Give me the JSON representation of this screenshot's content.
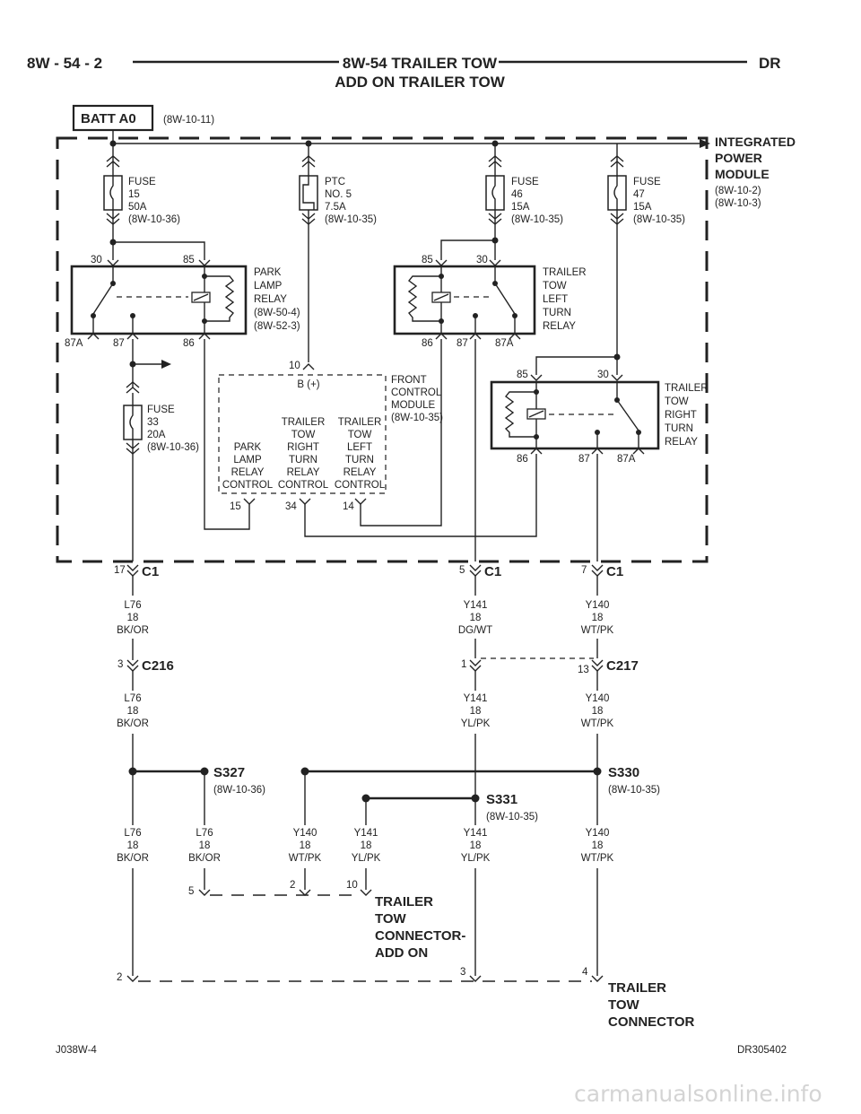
{
  "header": {
    "page_number": "8W - 54 - 2",
    "title_line1": "8W-54 TRAILER TOW",
    "title_line2": "ADD ON TRAILER TOW",
    "section": "DR"
  },
  "batt": {
    "label": "BATT A0",
    "ref": "(8W-10-11)"
  },
  "ipm": {
    "l1": "INTEGRATED",
    "l2": "POWER",
    "l3": "MODULE",
    "ref1": "(8W-10-2)",
    "ref2": "(8W-10-3)"
  },
  "fuse15": {
    "l1": "FUSE",
    "l2": "15",
    "l3": "50A",
    "l4": "(8W-10-36)"
  },
  "ptc5": {
    "l1": "PTC",
    "l2": "NO. 5",
    "l3": "7.5A",
    "l4": "(8W-10-35)"
  },
  "fuse46": {
    "l1": "FUSE",
    "l2": "46",
    "l3": "15A",
    "l4": "(8W-10-35)"
  },
  "fuse47": {
    "l1": "FUSE",
    "l2": "47",
    "l3": "15A",
    "l4": "(8W-10-35)"
  },
  "fuse33": {
    "l1": "FUSE",
    "l2": "33",
    "l3": "20A",
    "l4": "(8W-10-36)"
  },
  "park_relay": {
    "l1": "PARK",
    "l2": "LAMP",
    "l3": "RELAY",
    "l4": "(8W-50-4)",
    "l5": "(8W-52-3)",
    "p30": "30",
    "p85": "85",
    "p87a": "87A",
    "p87": "87",
    "p86": "86"
  },
  "left_relay": {
    "l1": "TRAILER",
    "l2": "TOW",
    "l3": "LEFT",
    "l4": "TURN",
    "l5": "RELAY",
    "p85": "85",
    "p30": "30",
    "p86": "86",
    "p87": "87",
    "p87a": "87A"
  },
  "right_relay": {
    "l1": "TRAILER",
    "l2": "TOW",
    "l3": "RIGHT",
    "l4": "TURN",
    "l5": "RELAY",
    "p85": "85",
    "p30": "30",
    "p86": "86",
    "p87": "87",
    "p87a": "87A"
  },
  "fcm": {
    "l1": "FRONT",
    "l2": "CONTROL",
    "l3": "MODULE",
    "l4": "(8W-10-35)",
    "pin10": "10",
    "bplus": "B (+)",
    "c1": [
      "PARK",
      "LAMP",
      "RELAY",
      "CONTROL"
    ],
    "c2": [
      "TRAILER",
      "TOW",
      "RIGHT",
      "TURN",
      "RELAY",
      "CONTROL"
    ],
    "c3": [
      "TRAILER",
      "TOW",
      "LEFT",
      "TURN",
      "RELAY",
      "CONTROL"
    ],
    "pin15": "15",
    "pin34": "34",
    "pin14": "14"
  },
  "c1": {
    "name": "C1",
    "pin17": "17",
    "pin5": "5",
    "pin7": "7"
  },
  "wires": {
    "w1": [
      "L76",
      "18",
      "BK/OR"
    ],
    "w2": [
      "Y141",
      "18",
      "DG/WT"
    ],
    "w3": [
      "Y140",
      "18",
      "WT/PK"
    ],
    "w4": [
      "L76",
      "18",
      "BK/OR"
    ],
    "w5": [
      "Y141",
      "18",
      "YL/PK"
    ],
    "w6": [
      "Y140",
      "18",
      "WT/PK"
    ],
    "w7": [
      "L76",
      "18",
      "BK/OR"
    ],
    "w8": [
      "L76",
      "18",
      "BK/OR"
    ],
    "w9": [
      "Y140",
      "18",
      "WT/PK"
    ],
    "w10": [
      "Y141",
      "18",
      "YL/PK"
    ],
    "w11": [
      "Y141",
      "18",
      "YL/PK"
    ],
    "w12": [
      "Y140",
      "18",
      "WT/PK"
    ]
  },
  "c216": {
    "name": "C216",
    "pin": "3"
  },
  "c217": {
    "name": "C217",
    "pin1": "1",
    "pin13": "13"
  },
  "s327": {
    "name": "S327",
    "ref": "(8W-10-36)"
  },
  "s330": {
    "name": "S330",
    "ref": "(8W-10-35)"
  },
  "s331": {
    "name": "S331",
    "ref": "(8W-10-35)"
  },
  "addon": {
    "l1": "TRAILER",
    "l2": "TOW",
    "l3": "CONNECTOR-",
    "l4": "ADD ON",
    "p5": "5",
    "p2": "2",
    "p10": "10"
  },
  "tow": {
    "l1": "TRAILER",
    "l2": "TOW",
    "l3": "CONNECTOR",
    "p2": "2",
    "p3": "3",
    "p4": "4"
  },
  "footer": {
    "left": "J038W-4",
    "right": "DR305402",
    "watermark": "carmanualsonline.info"
  }
}
